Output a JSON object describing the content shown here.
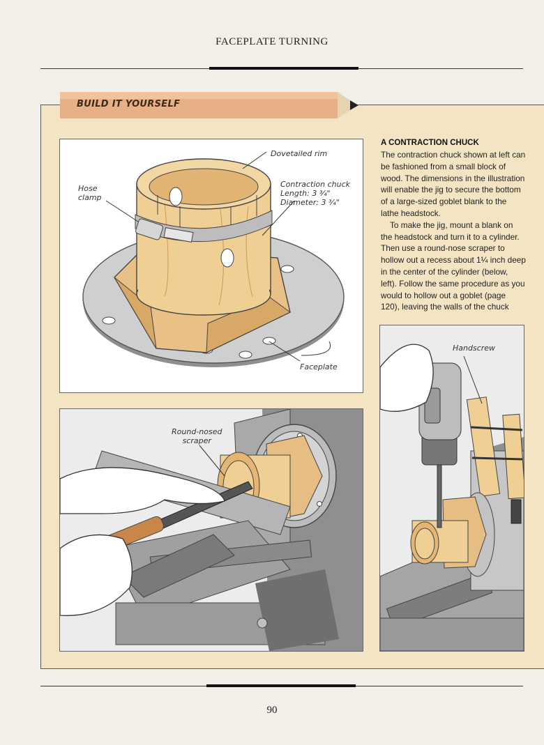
{
  "header": {
    "running_title": "FACEPLATE TURNING"
  },
  "banner": {
    "label": "BUILD IT YOURSELF"
  },
  "sidebar": {
    "heading": "A CONTRACTION CHUCK",
    "paragraphs": [
      "The contraction chuck shown at left can be fashioned from a small block of wood. The dimensions in the illustration will enable the jig to secure the bottom of a large-sized goblet blank to the lathe headstock.",
      "To make the jig, mount a blank on the headstock and turn it to a cylinder. Then use a round-nose scraper to hollow out a recess about 1¼ inch deep in the center of the cylinder (below, left). Follow the same procedure as you would to hollow out a goblet (page 120), leaving the walls of the chuck"
    ]
  },
  "figure_chuck": {
    "callouts": {
      "dovetailed_rim": "Dovetailed rim",
      "hose_clamp": "Hose\nclamp",
      "chuck_name": "Contraction chuck",
      "chuck_length": "Length: 3 ¾\"",
      "chuck_diameter": "Diameter: 3 ¾\"",
      "faceplate": "Faceplate"
    }
  },
  "figure_scraper": {
    "callouts": {
      "scraper": "Round-nosed\nscraper"
    }
  },
  "figure_drill": {
    "callouts": {
      "handscrew": "Handscrew"
    }
  },
  "footer": {
    "page_number": "90"
  },
  "colors": {
    "panel": "#f3e5c3",
    "wood": "#efcf93",
    "wood_dark": "#d8a866",
    "metal": "#c9c9c9",
    "metal_dark": "#9a9a9a"
  }
}
